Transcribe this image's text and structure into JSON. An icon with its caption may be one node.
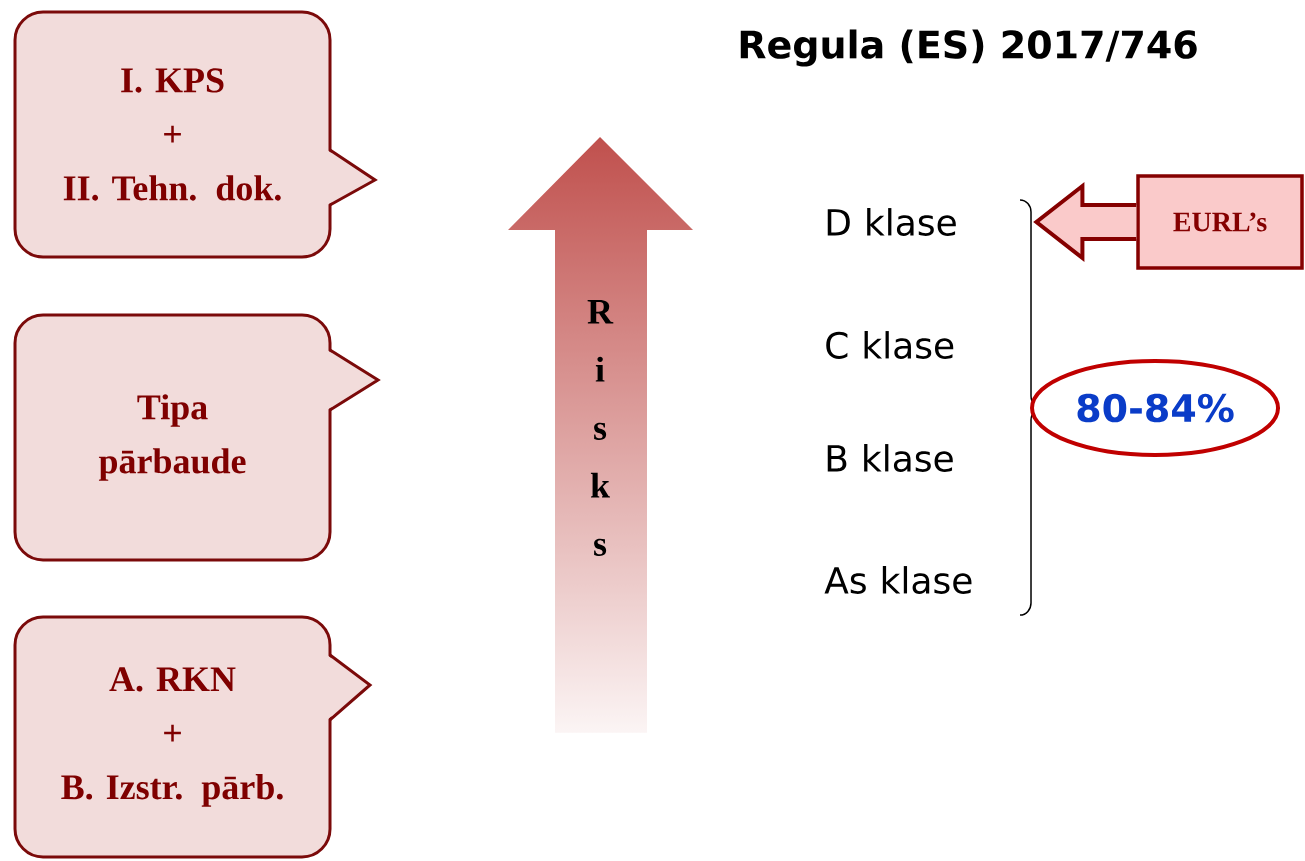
{
  "diagram": {
    "title": "Regula (ES) 2017/746",
    "nodes": [
      {
        "text": [
          "I. KPS",
          "+",
          "II. Tehn. dok."
        ]
      },
      {
        "text": [
          "Tipa pārbaude"
        ]
      },
      {
        "text": [
          "A. RKN",
          "+",
          "B. Izstr. pārb."
        ]
      },
      {
        "text": [
          "Risks"
        ]
      },
      {
        "text": [
          "D klase"
        ]
      },
      {
        "text": [
          "C klase"
        ]
      },
      {
        "text": [
          "B klase"
        ]
      },
      {
        "text": [
          "As klase"
        ]
      },
      {
        "text": [
          "EURL’s"
        ]
      },
      {
        "text": [
          "80-84%"
        ]
      }
    ],
    "edges": [
      {
        "from": 8,
        "to": 4,
        "arrow": "to"
      }
    ]
  }
}
